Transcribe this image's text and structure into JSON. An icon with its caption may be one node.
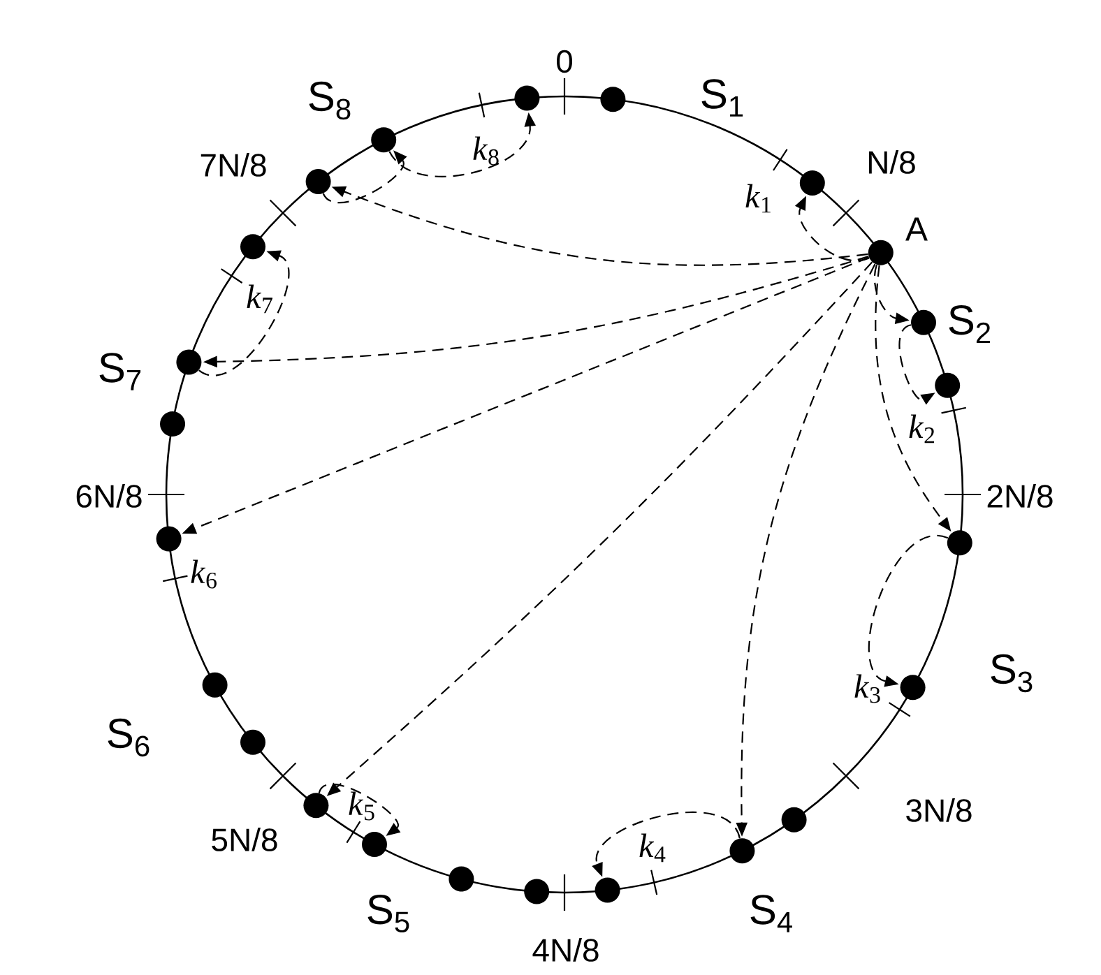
{
  "diagram": {
    "nodes": [
      {
        "text": [],
        "shape": "circle"
      },
      {
        "text": [],
        "shape": "circle"
      },
      {
        "text": [],
        "shape": "circle"
      },
      {
        "text": [],
        "shape": "circle",
        "beside": [
          "A"
        ]
      },
      {
        "text": [],
        "shape": "circle"
      },
      {
        "text": [],
        "shape": "circle"
      },
      {
        "text": [],
        "shape": "circle"
      },
      {
        "text": [],
        "shape": "circle"
      },
      {
        "text": [],
        "shape": "circle"
      },
      {
        "text": [],
        "shape": "circle"
      },
      {
        "text": [],
        "shape": "circle"
      },
      {
        "text": [],
        "shape": "circle"
      },
      {
        "text": [],
        "shape": "circle"
      },
      {
        "text": [],
        "shape": "circle"
      },
      {
        "text": [],
        "shape": "circle"
      },
      {
        "text": [],
        "shape": "circle"
      },
      {
        "text": [],
        "shape": "circle"
      },
      {
        "text": [],
        "shape": "circle"
      },
      {
        "text": [],
        "shape": "circle"
      },
      {
        "text": [],
        "shape": "circle"
      },
      {
        "text": [],
        "shape": "circle"
      },
      {
        "text": [],
        "shape": "circle"
      },
      {
        "text": [],
        "shape": "circle"
      }
    ],
    "edges": [
      {
        "from": 3,
        "to": 2,
        "arrow": "to",
        "style": "dashed"
      },
      {
        "from": 3,
        "to": 4,
        "arrow": "to",
        "style": "dashed"
      },
      {
        "from": 3,
        "to": 21,
        "arrow": "to",
        "style": "dashed"
      },
      {
        "from": 3,
        "to": 19,
        "arrow": "to",
        "style": "dashed"
      },
      {
        "from": 3,
        "to": 17,
        "arrow": "to",
        "style": "dashed"
      },
      {
        "from": 3,
        "to": 14,
        "arrow": "to",
        "style": "dashed"
      },
      {
        "from": 3,
        "to": 9,
        "arrow": "to",
        "style": "dashed"
      },
      {
        "from": 3,
        "to": 6,
        "arrow": "to",
        "style": "dashed"
      },
      {
        "from": 4,
        "to": 5,
        "arrow": "to",
        "style": "dashed"
      },
      {
        "from": 6,
        "to": 7,
        "arrow": "to",
        "style": "dashed"
      },
      {
        "from": 9,
        "to": 10,
        "arrow": "to",
        "style": "dashed"
      },
      {
        "from": 14,
        "to": 13,
        "arrow": "to",
        "style": "dashed"
      },
      {
        "from": 19,
        "to": 20,
        "arrow": "to",
        "style": "dashed"
      },
      {
        "from": 21,
        "to": 22,
        "arrow": "to",
        "style": "dashed"
      },
      {
        "from": 22,
        "to": 0,
        "arrow": "to",
        "style": "dashed"
      }
    ],
    "labels": [
      "0",
      "S$_{1}$",
      "S$_{8}$",
      "7N/8",
      "N/8",
      "*k*$_{8}$",
      "*k*$_{1}$",
      "S$_{2}$",
      "*k*$_{7}$",
      "S$_{7}$",
      "*k*$_{2}$",
      "6N/8",
      "2N/8",
      "*k*$_{6}$",
      "S$_{3}$",
      "*k*$_{3}$",
      "S$_{6}$",
      "3N/8",
      "*k*$_{5}$",
      "*k*$_{4}$",
      "5N/8",
      "S$_{4}$",
      "S$_{5}$",
      "4N/8"
    ]
  }
}
